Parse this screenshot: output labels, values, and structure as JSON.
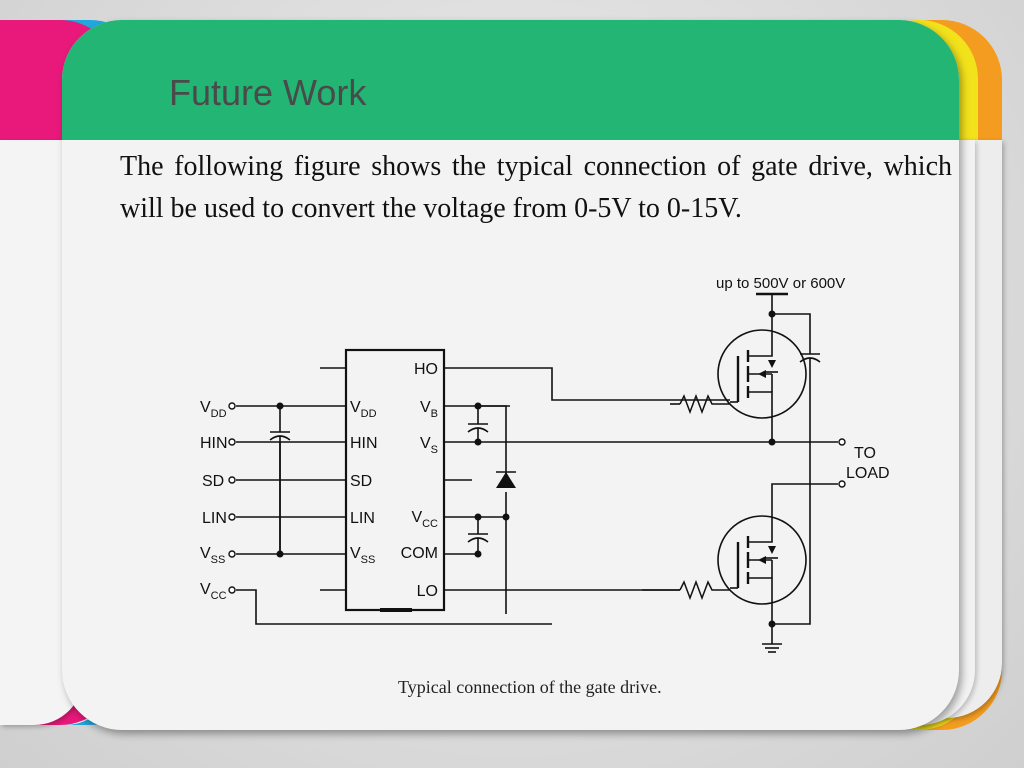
{
  "slide": {
    "title": "Future Work",
    "body": "The following figure shows the typical connection of gate drive, which will be used to  convert the voltage from 0-5V to 0-15V.",
    "caption": "Typical connection of the gate drive."
  },
  "diagram": {
    "supply_label": "up to 500V or 600V",
    "load_label_1": "TO",
    "load_label_2": "LOAD",
    "inputs": [
      {
        "main": "V",
        "sub": "DD"
      },
      {
        "main": "HIN",
        "sub": ""
      },
      {
        "main": "SD",
        "sub": ""
      },
      {
        "main": "LIN",
        "sub": ""
      },
      {
        "main": "V",
        "sub": "SS"
      },
      {
        "main": "V",
        "sub": "CC"
      }
    ],
    "ic_left_pins": [
      {
        "main": "V",
        "sub": "DD"
      },
      {
        "main": "HIN",
        "sub": ""
      },
      {
        "main": "SD",
        "sub": ""
      },
      {
        "main": "LIN",
        "sub": ""
      },
      {
        "main": "V",
        "sub": "SS"
      }
    ],
    "ic_right_pins": [
      {
        "main": "HO",
        "sub": ""
      },
      {
        "main": "V",
        "sub": "B"
      },
      {
        "main": "V",
        "sub": "S"
      },
      {
        "main": "V",
        "sub": "CC"
      },
      {
        "main": "COM",
        "sub": ""
      },
      {
        "main": "LO",
        "sub": ""
      }
    ]
  },
  "colors": {
    "header": "#22b573",
    "accent_pink": "#e8197a",
    "accent_blue": "#21a6dd",
    "accent_yellow": "#f2e21c",
    "accent_orange": "#f39c1f"
  }
}
